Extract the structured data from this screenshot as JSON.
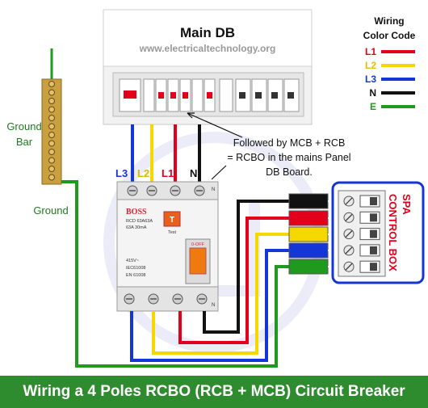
{
  "main_db": {
    "title": "Main DB",
    "website": "www.electricaltechnology.org"
  },
  "legend": {
    "title_line1": "Wiring",
    "title_line2": "Color Code",
    "items": [
      {
        "label": "L1",
        "color": "#e3001b"
      },
      {
        "label": "L2",
        "color": "#f5d800"
      },
      {
        "label": "L3",
        "color": "#1436d6"
      },
      {
        "label": "N",
        "color": "#111111"
      },
      {
        "label": "E",
        "color": "#1f9a1f"
      }
    ]
  },
  "ground_bar": {
    "label_line1": "Ground",
    "label_line2": "Bar",
    "ground_label": "Ground"
  },
  "note": {
    "line1": "Followed by MCB + RCB",
    "line2": "= RCBO in the mains Panel",
    "line3": "DB Board."
  },
  "rcbo": {
    "brand": "BOSS",
    "model": "RCD 63A63A",
    "rating": "63A  30mA",
    "test_button": "T",
    "test_label": "Test",
    "off_label": "0-OFF",
    "spec_voltage": "415V~",
    "spec_std1": "IEC61008",
    "spec_std2": "EN 61008",
    "top_terminal_labels": [
      "L3",
      "L2",
      "L1",
      "N"
    ],
    "bottom_n_label": "N"
  },
  "control_box": {
    "title_line1": "SPA",
    "title_line2": "CONTROL BOX"
  },
  "footer": {
    "title": "Wiring a 4 Poles RCBO (RCB + MCB) Circuit Breaker"
  },
  "colors": {
    "l1": "#e3001b",
    "l2": "#f5d800",
    "l3": "#1436d6",
    "neutral": "#111111",
    "earth": "#1f9a1f",
    "banner": "#2e8b2e"
  }
}
